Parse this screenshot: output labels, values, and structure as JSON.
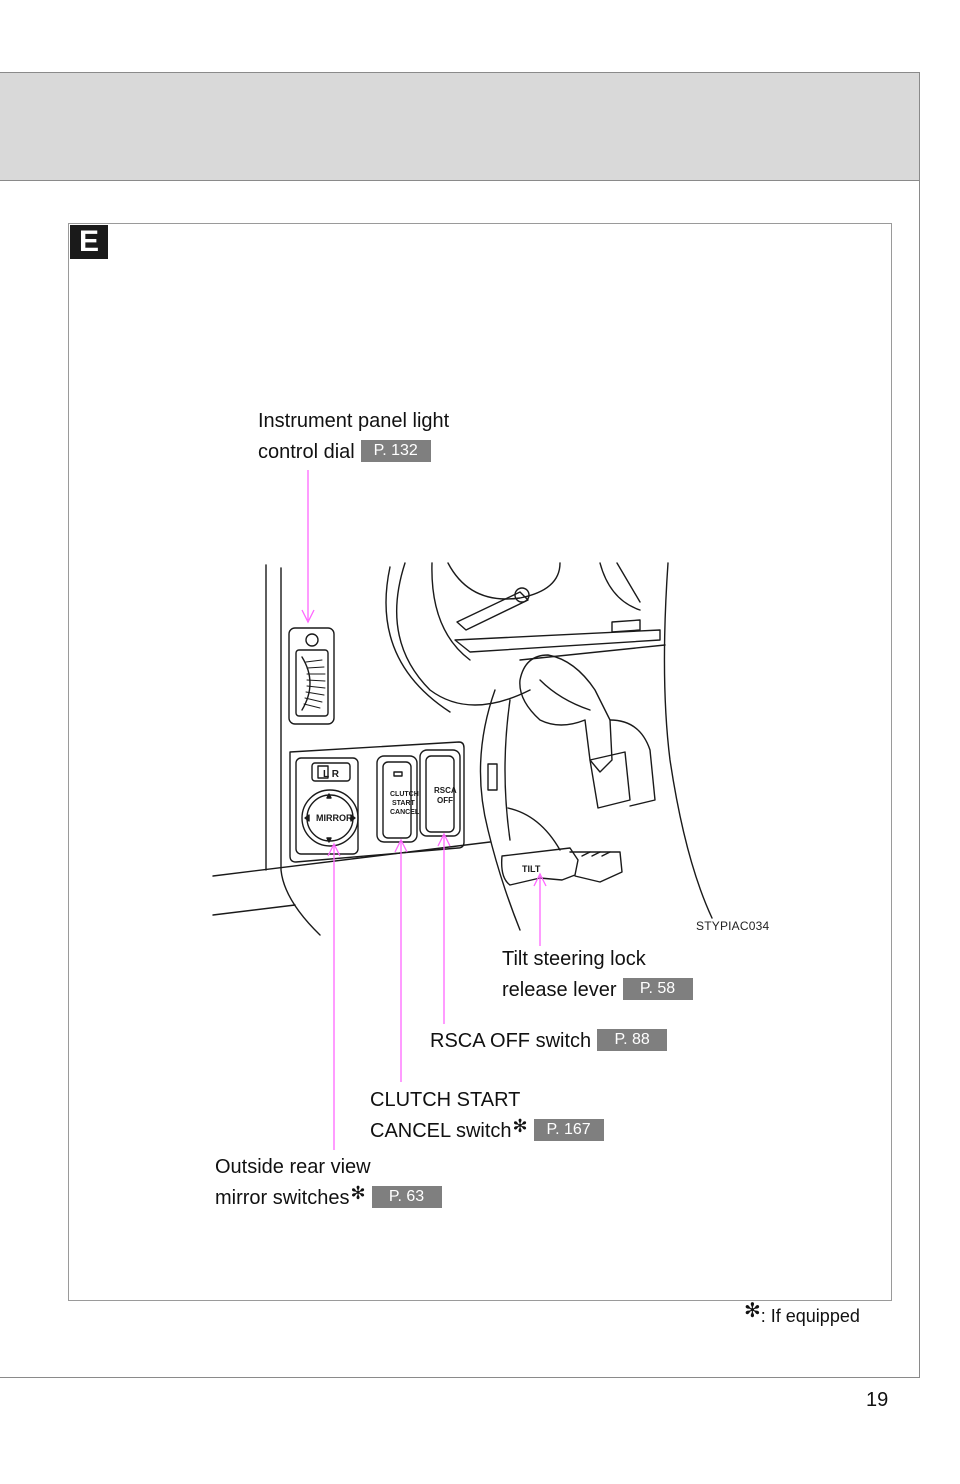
{
  "section": {
    "letter": "E"
  },
  "callouts": {
    "panel_light": {
      "line1": "Instrument panel light",
      "line2": "control dial",
      "page": "P. 132"
    },
    "tilt": {
      "line1": "Tilt steering lock",
      "line2": "release lever",
      "page": "P. 58"
    },
    "rsca": {
      "line1": "RSCA OFF switch",
      "page": "P. 88"
    },
    "clutch": {
      "line1": "CLUTCH START",
      "line2": "CANCEL switch",
      "star": "✻",
      "page": "P. 167"
    },
    "mirror": {
      "line1": "Outside rear view",
      "line2": "mirror switches",
      "star": "✻",
      "page": "P. 63"
    }
  },
  "illustration": {
    "code": "STYPIAC034",
    "switch_labels": {
      "mirror_lr": "L  R",
      "mirror": "MIRROR",
      "clutch_1": "CLUTCH",
      "clutch_2": "START",
      "clutch_3": "CANCEL",
      "rsca_1": "RSCA",
      "rsca_2": "OFF",
      "tilt": "TILT"
    }
  },
  "footnote": {
    "star": "✻",
    "text": ": If equipped"
  },
  "page_number": "19",
  "colors": {
    "leader_line": "#ff66ff",
    "chip_bg": "#7f7f7f",
    "header_band": "#d9d9d9"
  }
}
